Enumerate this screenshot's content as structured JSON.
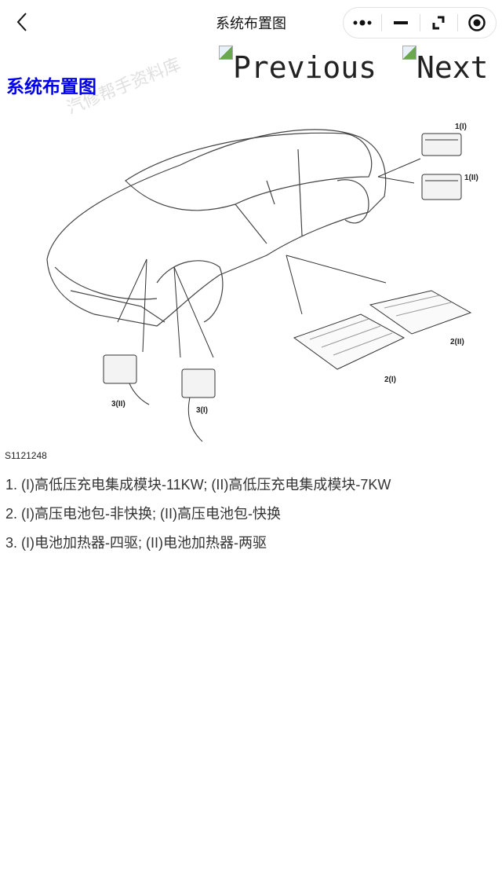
{
  "header": {
    "title": "系统布置图",
    "back_icon": "chevron-left-icon",
    "menu_icons": [
      "more-dots-icon",
      "minimize-icon",
      "fullscreen-icon",
      "record-icon"
    ]
  },
  "content": {
    "heading": "系统布置图",
    "previous_label": "Previous",
    "next_label": "Next",
    "watermark": "汽修帮手资料库",
    "diagram": {
      "labels": {
        "l1i": "1(I)",
        "l1ii": "1(II)",
        "l2i": "2(I)",
        "l2ii": "2(II)",
        "l3i": "3(I)",
        "l3ii": "3(II)"
      }
    },
    "figure_id": "S1121248",
    "legend": [
      "1. (I)高低压充电集成模块-11KW; (II)高低压充电集成模块-7KW",
      "2. (I)高压电池包-非快换; (II)高压电池包-快换",
      "3. (I)电池加热器-四驱; (II)电池加热器-两驱"
    ]
  }
}
